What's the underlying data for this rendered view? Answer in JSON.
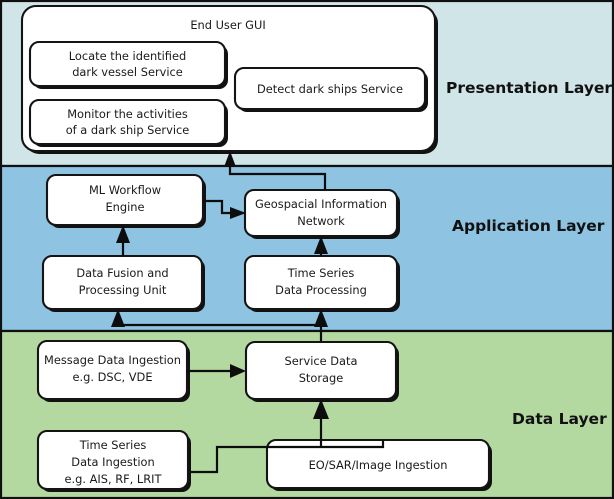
{
  "diagram": {
    "title": "Layered maritime dark-vessel detection architecture",
    "colors": {
      "presentation_band": "#cfe5e8",
      "application_band": "#8ec3e2",
      "data_band": "#b3d9a1",
      "node_fill": "#ffffff",
      "stroke": "#101010",
      "text": "#1a1a1a"
    },
    "layers": [
      {
        "id": "presentation",
        "label": "Presentation Layer",
        "fill": "#cfe5e8",
        "nodes": [
          {
            "id": "end-user-gui",
            "lines": [
              "End User GUI"
            ]
          },
          {
            "id": "locate-service",
            "lines": [
              "Locate the identified",
              "dark vessel Service"
            ]
          },
          {
            "id": "monitor-service",
            "lines": [
              "Monitor the activities",
              "of a dark ship Service"
            ]
          },
          {
            "id": "detect-service",
            "lines": [
              "Detect dark ships Service"
            ]
          }
        ]
      },
      {
        "id": "application",
        "label": "Application Layer",
        "fill": "#8ec3e2",
        "nodes": [
          {
            "id": "ml-workflow-engine",
            "lines": [
              "ML Workflow",
              "Engine"
            ]
          },
          {
            "id": "geospacial-information-network",
            "lines": [
              "Geospacial Information",
              "Network"
            ]
          },
          {
            "id": "data-fusion-processing-unit",
            "lines": [
              "Data Fusion and",
              "Processing Unit"
            ]
          },
          {
            "id": "time-series-data-processing",
            "lines": [
              "Time Series",
              "Data Processing"
            ]
          }
        ]
      },
      {
        "id": "data",
        "label": "Data Layer",
        "fill": "#b3d9a1",
        "nodes": [
          {
            "id": "message-data-ingestion",
            "lines": [
              "Message Data Ingestion",
              "e.g. DSC, VDE"
            ]
          },
          {
            "id": "service-data-storage",
            "lines": [
              "Service Data",
              "Storage"
            ]
          },
          {
            "id": "time-series-data-ingestion",
            "lines": [
              "Time Series",
              "Data Ingestion",
              "e.g. AIS, RF, LRIT"
            ]
          },
          {
            "id": "eo-sar-image-ingestion",
            "lines": [
              "EO/SAR/Image Ingestion"
            ]
          }
        ]
      }
    ],
    "connections": [
      {
        "id": "gin-to-end-user-gui",
        "from": "geospacial-information-network",
        "to": "end-user-gui"
      },
      {
        "id": "ml-to-gin",
        "from": "ml-workflow-engine",
        "to": "geospacial-information-network"
      },
      {
        "id": "fusion-to-ml",
        "from": "data-fusion-processing-unit",
        "to": "ml-workflow-engine"
      },
      {
        "id": "tsdp-to-gin",
        "from": "time-series-data-processing",
        "to": "geospacial-information-network"
      },
      {
        "id": "storage-to-fusion",
        "from": "service-data-storage",
        "to": "data-fusion-processing-unit"
      },
      {
        "id": "storage-to-tsdp",
        "from": "service-data-storage",
        "to": "time-series-data-processing"
      },
      {
        "id": "message-to-storage",
        "from": "message-data-ingestion",
        "to": "service-data-storage"
      },
      {
        "id": "tsdi-to-storage",
        "from": "time-series-data-ingestion",
        "to": "service-data-storage"
      },
      {
        "id": "eosar-to-storage",
        "from": "eo-sar-image-ingestion",
        "to": "service-data-storage"
      }
    ]
  },
  "text": {
    "presentation_layer_label": "Presentation Layer",
    "application_layer_label": "Application Layer",
    "data_layer_label": "Data Layer",
    "end_user_gui": "End User GUI",
    "locate_line1": "Locate the identified",
    "locate_line2": "dark vessel Service",
    "monitor_line1": "Monitor the activities",
    "monitor_line2": "of a dark ship Service",
    "detect_line1": "Detect dark ships Service",
    "ml_line1": "ML Workflow",
    "ml_line2": "Engine",
    "gin_line1": "Geospacial Information",
    "gin_line2": "Network",
    "fusion_line1": "Data Fusion and",
    "fusion_line2": "Processing Unit",
    "tsdp_line1": "Time Series",
    "tsdp_line2": "Data Processing",
    "message_line1": "Message Data Ingestion",
    "message_line2": "e.g. DSC, VDE",
    "storage_line1": "Service Data",
    "storage_line2": "Storage",
    "tsdi_line1": "Time Series",
    "tsdi_line2": "Data Ingestion",
    "tsdi_line3": "e.g. AIS, RF, LRIT",
    "eosar_line1": "EO/SAR/Image Ingestion"
  }
}
